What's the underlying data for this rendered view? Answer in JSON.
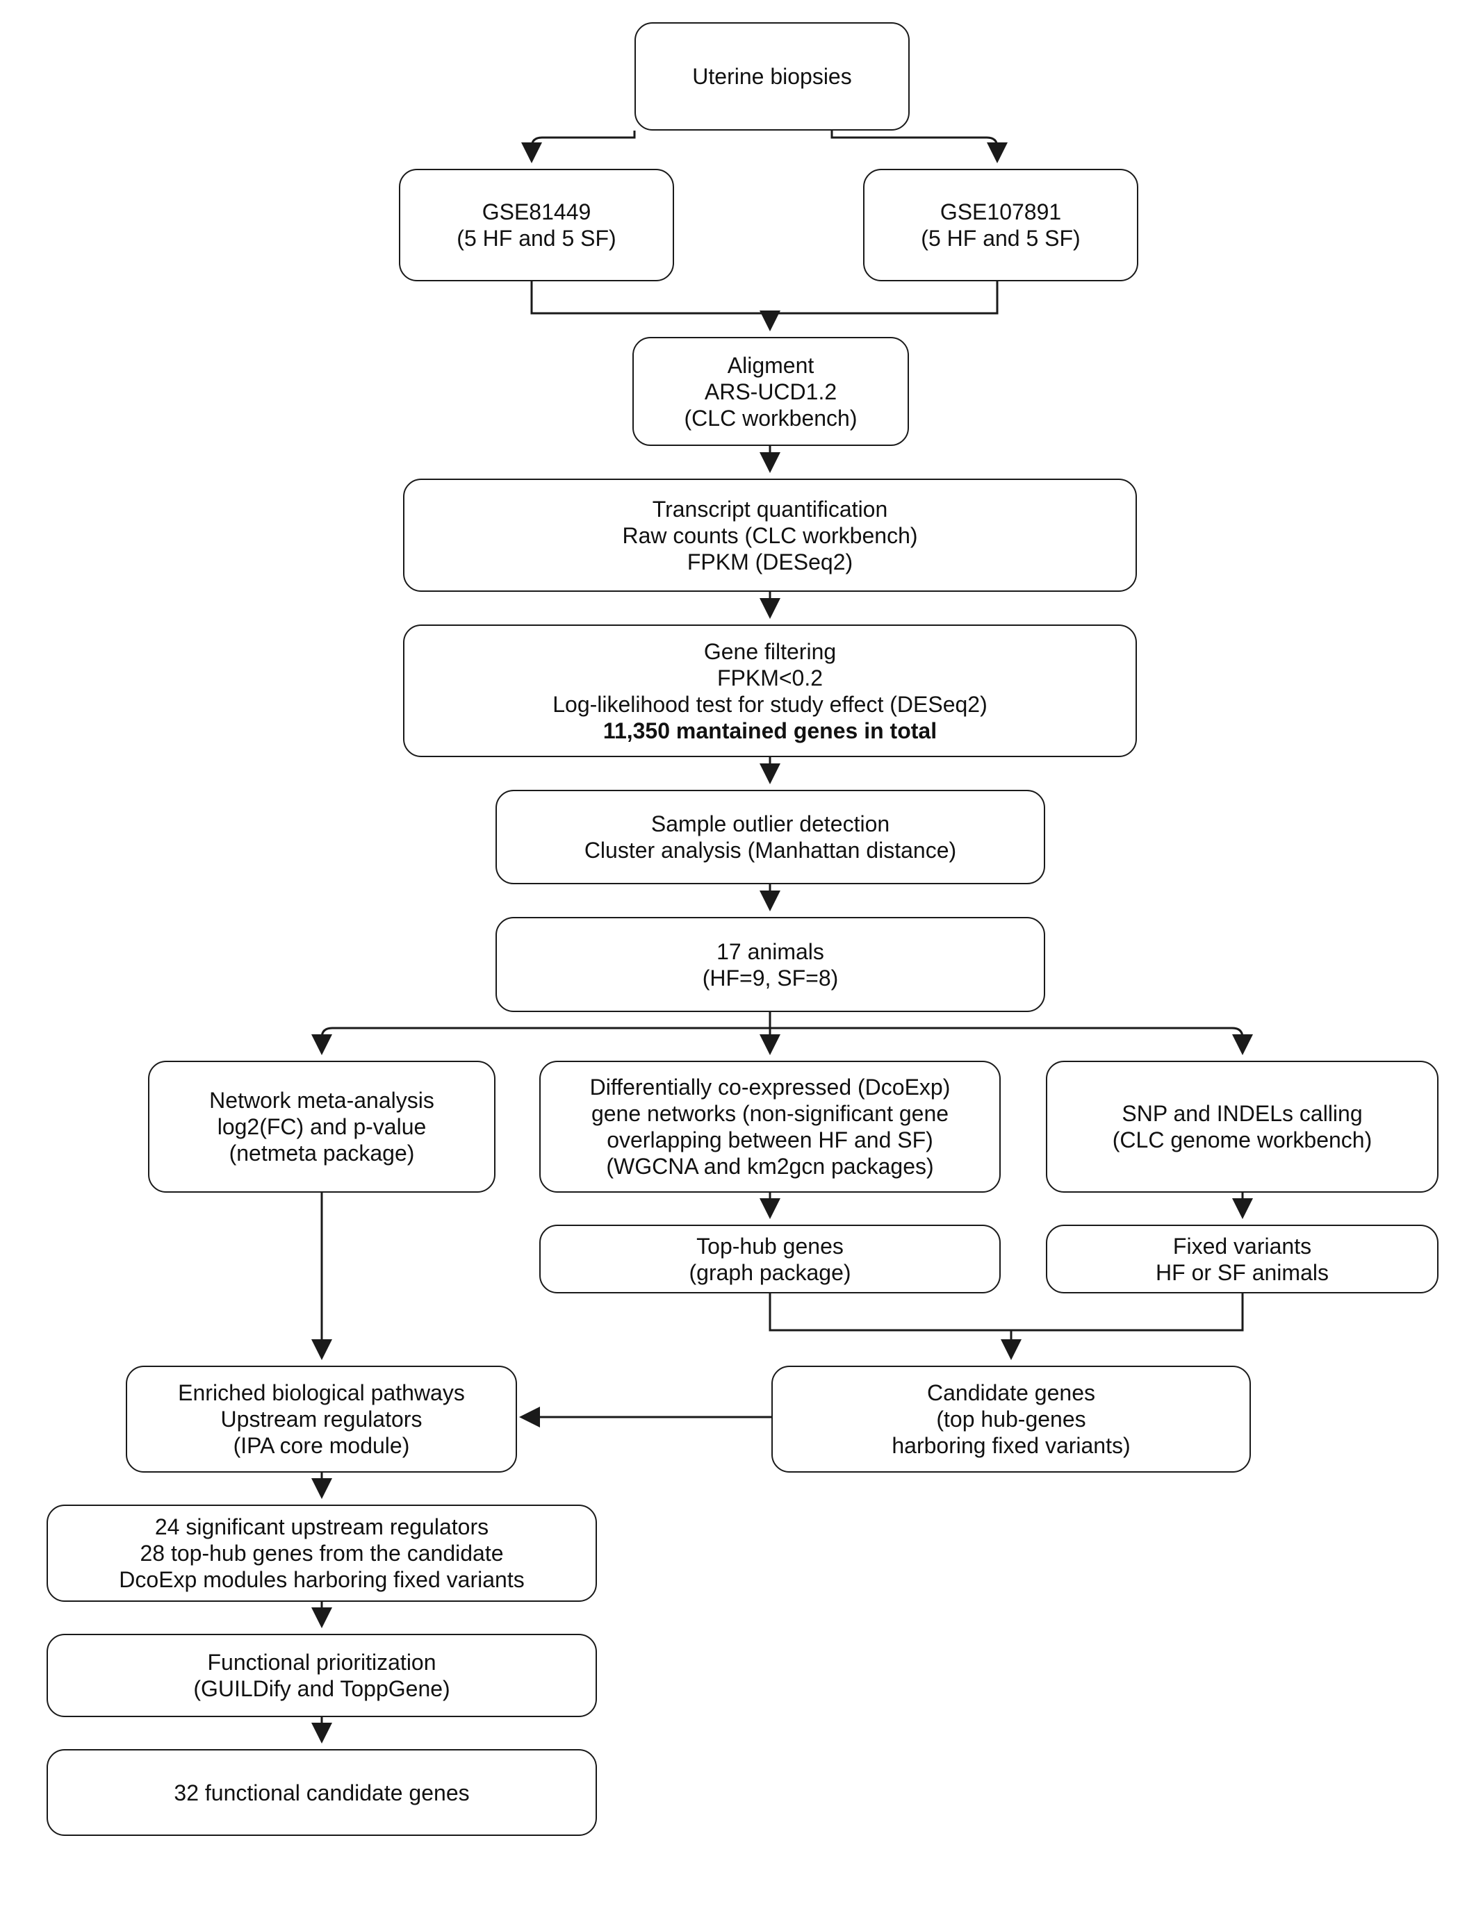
{
  "nodes": {
    "uterine": {
      "lines": [
        "Uterine biopsies"
      ]
    },
    "gse81449": {
      "lines": [
        "GSE81449",
        "(5 HF and 5 SF)"
      ]
    },
    "gse107891": {
      "lines": [
        "GSE107891",
        "(5 HF and 5 SF)"
      ]
    },
    "alignment": {
      "lines": [
        "Aligment",
        "ARS-UCD1.2",
        "(CLC workbench)"
      ]
    },
    "quant": {
      "lines": [
        "Transcript quantification",
        "Raw counts (CLC workbench)",
        "FPKM (DESeq2)"
      ]
    },
    "filter": {
      "lines": [
        "Gene filtering",
        "FPKM<0.2",
        "Log-likelihood test for study effect (DESeq2)"
      ],
      "bold_line": "11,350 mantained genes in total"
    },
    "outlier": {
      "lines": [
        "Sample outlier detection",
        "Cluster analysis (Manhattan distance)"
      ]
    },
    "animals": {
      "lines": [
        "17 animals",
        "(HF=9, SF=8)"
      ]
    },
    "meta": {
      "lines": [
        "Network meta-analysis",
        "log2(FC) and p-value",
        "(netmeta package)"
      ]
    },
    "dcoexp": {
      "lines": [
        "Differentially co-expressed (DcoExp)",
        "gene networks (non-significant gene",
        "overlapping between HF and SF)",
        "(WGCNA and km2gcn packages)"
      ]
    },
    "snp": {
      "lines": [
        "SNP and INDELs calling",
        "(CLC genome workbench)"
      ]
    },
    "tophub": {
      "lines": [
        "Top-hub genes",
        "(graph package)"
      ]
    },
    "fixed": {
      "lines": [
        "Fixed variants",
        "HF or SF animals"
      ]
    },
    "enriched": {
      "lines": [
        "Enriched biological pathways",
        "Upstream regulators",
        "(IPA core module)"
      ]
    },
    "candidate": {
      "lines": [
        "Candidate genes",
        "(top hub-genes",
        "harboring fixed variants)"
      ]
    },
    "regulators": {
      "lines": [
        "24 significant upstream regulators",
        "28 top-hub genes from the candidate",
        "DcoExp modules harboring fixed variants"
      ]
    },
    "prior": {
      "lines": [
        "Functional prioritization",
        "(GUILDify and ToppGene)"
      ]
    },
    "final": {
      "lines": [
        "32 functional candidate genes"
      ]
    }
  },
  "edges": [
    [
      "uterine",
      "gse81449"
    ],
    [
      "uterine",
      "gse107891"
    ],
    [
      "gse81449",
      "alignment"
    ],
    [
      "gse107891",
      "alignment"
    ],
    [
      "alignment",
      "quant"
    ],
    [
      "quant",
      "filter"
    ],
    [
      "filter",
      "outlier"
    ],
    [
      "outlier",
      "animals"
    ],
    [
      "animals",
      "meta"
    ],
    [
      "animals",
      "dcoexp"
    ],
    [
      "animals",
      "snp"
    ],
    [
      "dcoexp",
      "tophub"
    ],
    [
      "snp",
      "fixed"
    ],
    [
      "tophub",
      "candidate"
    ],
    [
      "fixed",
      "candidate"
    ],
    [
      "meta",
      "enriched"
    ],
    [
      "candidate",
      "enriched"
    ],
    [
      "enriched",
      "regulators"
    ],
    [
      "regulators",
      "prior"
    ],
    [
      "prior",
      "final"
    ]
  ],
  "colors": {
    "stroke": "#1a1a1a",
    "text": "#111111",
    "background": "#ffffff"
  }
}
